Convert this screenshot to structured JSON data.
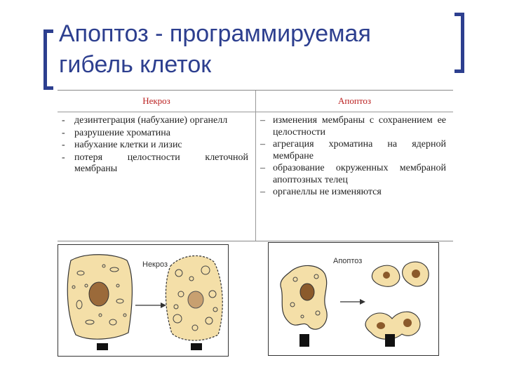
{
  "title": {
    "line1": "Апоптоз - программируемая",
    "line2": "гибель клеток"
  },
  "table": {
    "left_header": "Некроз",
    "right_header": "Апоптоз",
    "left_items": [
      {
        "dash": "-",
        "text": "дезинтеграция (набухание) органелл"
      },
      {
        "dash": "-",
        "text": "разрушение хроматина"
      },
      {
        "dash": "-",
        "text": "набухание клетки и лизис"
      },
      {
        "dash": "-",
        "text": "потеря целостности клеточной мембраны"
      }
    ],
    "right_items": [
      {
        "dash": "–",
        "text": "изменения мембраны с сохранением ее целостности"
      },
      {
        "dash": "–",
        "text": "агрегация хроматина на ядерной мембране"
      },
      {
        "dash": "–",
        "text": "образование окруженных мембраной апоптозных телец"
      },
      {
        "dash": "–",
        "text": "органеллы не изменяются"
      }
    ]
  },
  "figures": {
    "left_label": "Некроз",
    "right_label": "Апоптоз"
  },
  "colors": {
    "title": "#2d3f8f",
    "header": "#b22222",
    "cell_fill": "#f4dfa8",
    "nucleus": "#8b5a2b"
  }
}
